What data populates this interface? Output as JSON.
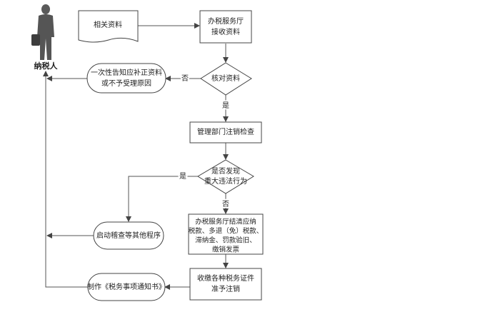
{
  "actor": {
    "label": "纳税人"
  },
  "nodes": {
    "documents": "相关资料",
    "hall_receive": [
      "办税服务厅",
      "接收资料"
    ],
    "check_docs": "核对资料",
    "notify_or_reject": [
      "一次性告知应补正资料",
      "或不予受理原因"
    ],
    "cancel_check": "管理部门注销检查",
    "major_violation": [
      "是否发现",
      "重大违法行为"
    ],
    "settle": [
      "办税服务厅结清应纳",
      "税款、多退（免）税款、",
      "滞纳金、罚款验旧、",
      "缴销发票"
    ],
    "audit_procedure": "启动稽查等其他程序",
    "collect_certificates": [
      "收缴各种税务证件",
      "准予注销"
    ],
    "issue_notice": "制作《税务事项通知书》"
  },
  "edge_labels": {
    "check_no": "否",
    "check_yes": "是",
    "violation_yes": "是",
    "violation_no": "否"
  }
}
